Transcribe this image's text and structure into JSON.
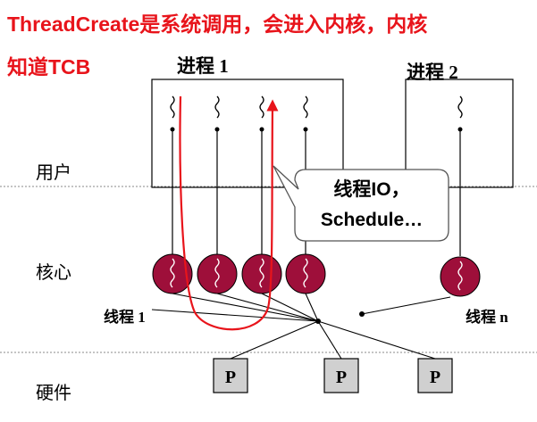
{
  "title_line1": "ThreadCreate是系统调用，会进入内核，内核",
  "title_line2": "知道TCB",
  "process1_label": "进程 1",
  "process2_label": "进程 2",
  "layer_user": "用户",
  "layer_kernel": "核心",
  "layer_hardware": "硬件",
  "thread1_label": "线程 1",
  "threadn_label": "线程 n",
  "callout_line1": "线程IO，",
  "callout_line2": "Schedule…",
  "processor_label": "P",
  "colors": {
    "title": "#e8141b",
    "kernel_thread": "#9e0f3a",
    "processor_fill": "#d0d0d0",
    "arrow": "#e8141b"
  }
}
